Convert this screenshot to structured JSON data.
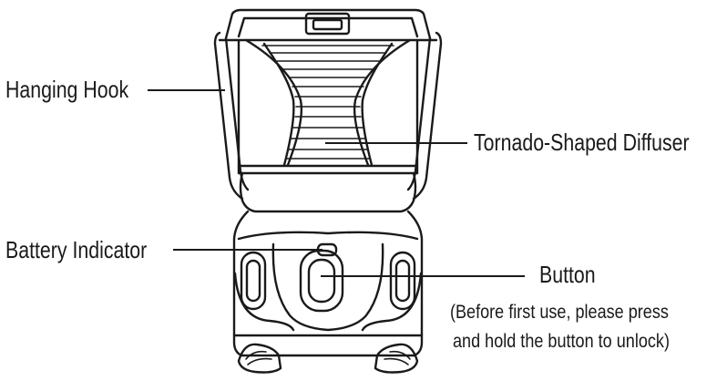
{
  "labels": {
    "hanging_hook": "Hanging Hook",
    "diffuser": "Tornado-Shaped Diffuser",
    "battery_indicator": "Battery Indicator",
    "button": "Button",
    "button_note_line1": "(Before first use, please press",
    "button_note_line2": "and hold the button to unlock)"
  },
  "colors": {
    "ink": "#1a1a1a",
    "background": "#ffffff"
  }
}
